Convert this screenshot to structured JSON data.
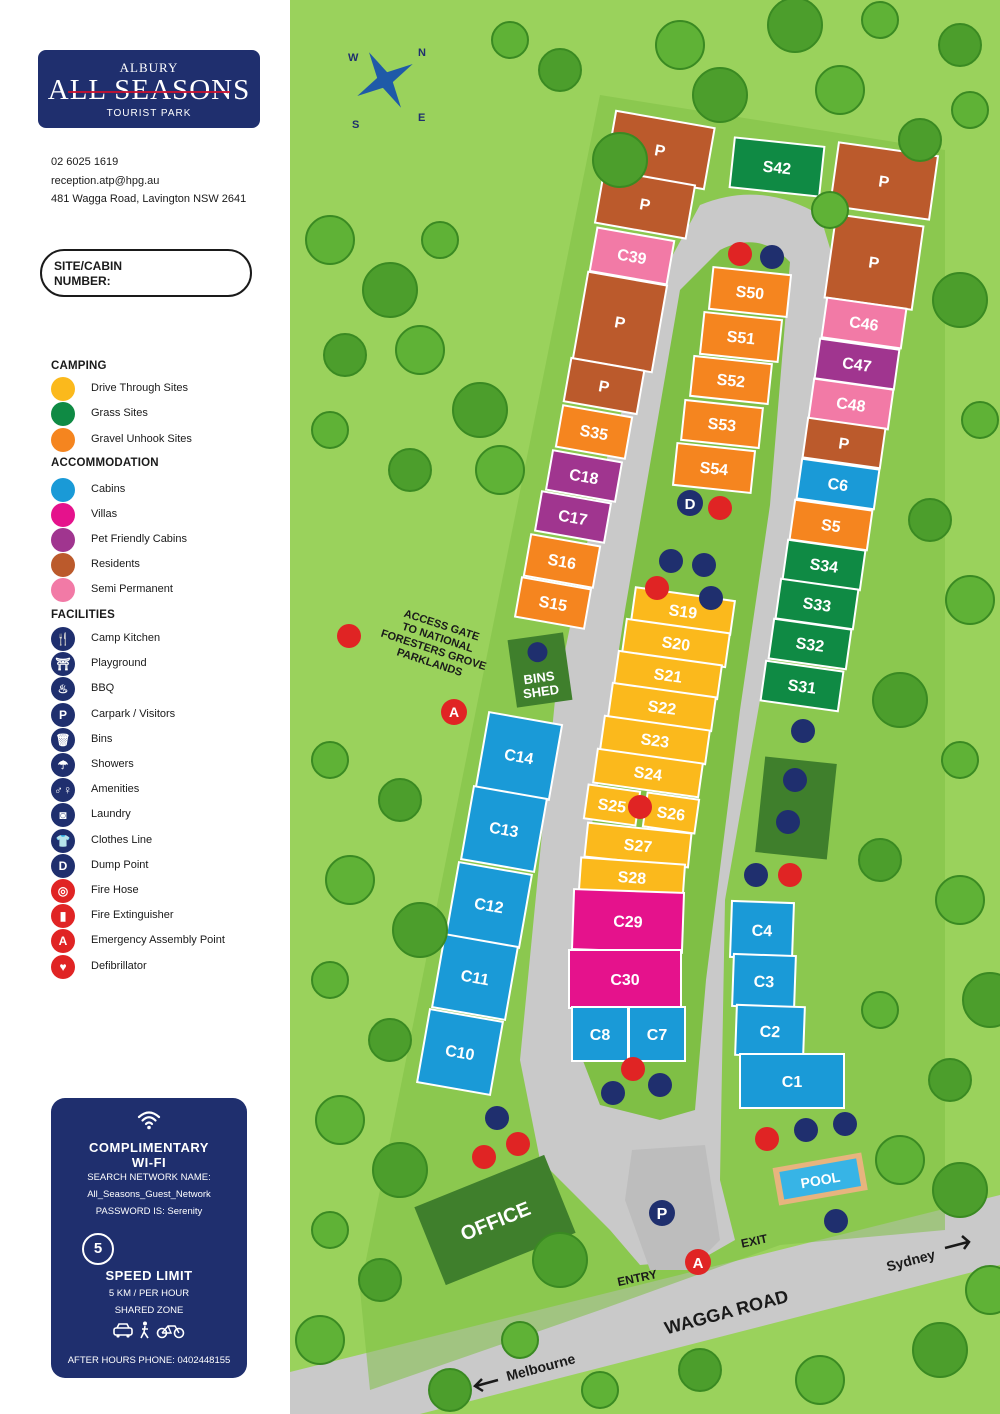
{
  "park": {
    "logo_line1": "ALBURY",
    "logo_line2": "ALL SEASONS",
    "logo_line3": "TOURIST PARK",
    "phone": "02 6025 1619",
    "email": "reception.atp@hpg.au",
    "address": "481 Wagga Road, Lavington NSW 2641",
    "site_number_label_1": "SITE/CABIN",
    "site_number_label_2": "NUMBER:"
  },
  "legend": {
    "camping_heading": "CAMPING",
    "camping": [
      {
        "label": "Drive Through Sites",
        "color": "#fbb91c"
      },
      {
        "label": "Grass Sites",
        "color": "#0f8a44"
      },
      {
        "label": "Gravel Unhook Sites",
        "color": "#f5851f"
      }
    ],
    "accommodation_heading": "ACCOMMODATION",
    "accommodation": [
      {
        "label": "Cabins",
        "color": "#1a9ad7"
      },
      {
        "label": "Villas",
        "color": "#e5128c"
      },
      {
        "label": "Pet Friendly Cabins",
        "color": "#a0358f"
      },
      {
        "label": "Residents",
        "color": "#bb5a2c"
      },
      {
        "label": "Semi Permanent",
        "color": "#f27aa6"
      }
    ],
    "facilities_heading": "FACILITIES",
    "facilities": [
      {
        "label": "Camp Kitchen",
        "icon": "fork-knife-icon",
        "glyph": "🍴",
        "color": "#1f2f6e"
      },
      {
        "label": "Playground",
        "icon": "swing-icon",
        "glyph": "⛩",
        "color": "#1f2f6e"
      },
      {
        "label": "BBQ",
        "icon": "bbq-icon",
        "glyph": "♨",
        "color": "#1f2f6e"
      },
      {
        "label": "Carpark / Visitors",
        "icon": "parking-icon",
        "glyph": "P",
        "color": "#1f2f6e"
      },
      {
        "label": "Bins",
        "icon": "bin-icon",
        "glyph": "🗑",
        "color": "#1f2f6e"
      },
      {
        "label": "Showers",
        "icon": "shower-icon",
        "glyph": "☂",
        "color": "#1f2f6e"
      },
      {
        "label": "Amenities",
        "icon": "toilet-icon",
        "glyph": "♂♀",
        "color": "#1f2f6e"
      },
      {
        "label": "Laundry",
        "icon": "washing-machine-icon",
        "glyph": "◙",
        "color": "#1f2f6e"
      },
      {
        "label": "Clothes Line",
        "icon": "tshirt-icon",
        "glyph": "👕",
        "color": "#1f2f6e"
      },
      {
        "label": "Dump Point",
        "icon": "dump-point-icon",
        "glyph": "D",
        "color": "#1f2f6e"
      },
      {
        "label": "Fire Hose",
        "icon": "fire-hose-icon",
        "glyph": "◎",
        "color": "#e02424"
      },
      {
        "label": "Fire Extinguisher",
        "icon": "fire-extinguisher-icon",
        "glyph": "▮",
        "color": "#e02424"
      },
      {
        "label": "Emergency Assembly Point",
        "icon": "assembly-point-icon",
        "glyph": "A",
        "color": "#e02424"
      },
      {
        "label": "Defibrillator",
        "icon": "defibrillator-icon",
        "glyph": "♥",
        "color": "#e02424"
      }
    ]
  },
  "info": {
    "wifi_title_1": "COMPLIMENTARY",
    "wifi_title_2": "WI-FI",
    "wifi_network_label": "SEARCH NETWORK NAME:",
    "wifi_network": "All_Seasons_Guest_Network",
    "wifi_password": "PASSWORD IS: Serenity",
    "speed_value": "5",
    "speed_title": "SPEED LIMIT",
    "speed_unit": "5 KM / PER HOUR",
    "shared_zone": "SHARED ZONE",
    "after_hours": "AFTER HOURS PHONE: 0402448155"
  },
  "map": {
    "compass": {
      "n": "N",
      "s": "S",
      "e": "E",
      "w": "W"
    },
    "office": "OFFICE",
    "pool": "POOL",
    "bins_shed_1": "BINS",
    "bins_shed_2": "SHED",
    "access_gate": [
      "ACCESS GATE",
      "TO NATIONAL",
      "FORESTERS GROVE",
      "PARKLANDS"
    ],
    "road": "WAGGA ROAD",
    "entry": "ENTRY",
    "exit": "EXIT",
    "to_sydney": "Sydney",
    "to_melbourne": "Melbourne",
    "sites": {
      "S42": "S42",
      "C39": "C39",
      "P": "P",
      "S35": "S35",
      "C18": "C18",
      "C17": "C17",
      "S16": "S16",
      "S15": "S15",
      "S50": "S50",
      "S51": "S51",
      "S52": "S52",
      "S53": "S53",
      "S54": "S54",
      "C46": "C46",
      "C47": "C47",
      "C48": "C48",
      "C6": "C6",
      "S5": "S5",
      "S34": "S34",
      "S33": "S33",
      "S32": "S32",
      "S31": "S31",
      "S19": "S19",
      "S20": "S20",
      "S21": "S21",
      "S22": "S22",
      "S23": "S23",
      "S24": "S24",
      "S25": "S25",
      "S26": "S26",
      "S27": "S27",
      "S28": "S28",
      "C29": "C29",
      "C30": "C30",
      "C8": "C8",
      "C7": "C7",
      "C14": "C14",
      "C13": "C13",
      "C12": "C12",
      "C11": "C11",
      "C10": "C10",
      "C4": "C4",
      "C3": "C3",
      "C2": "C2",
      "C1": "C1"
    }
  }
}
